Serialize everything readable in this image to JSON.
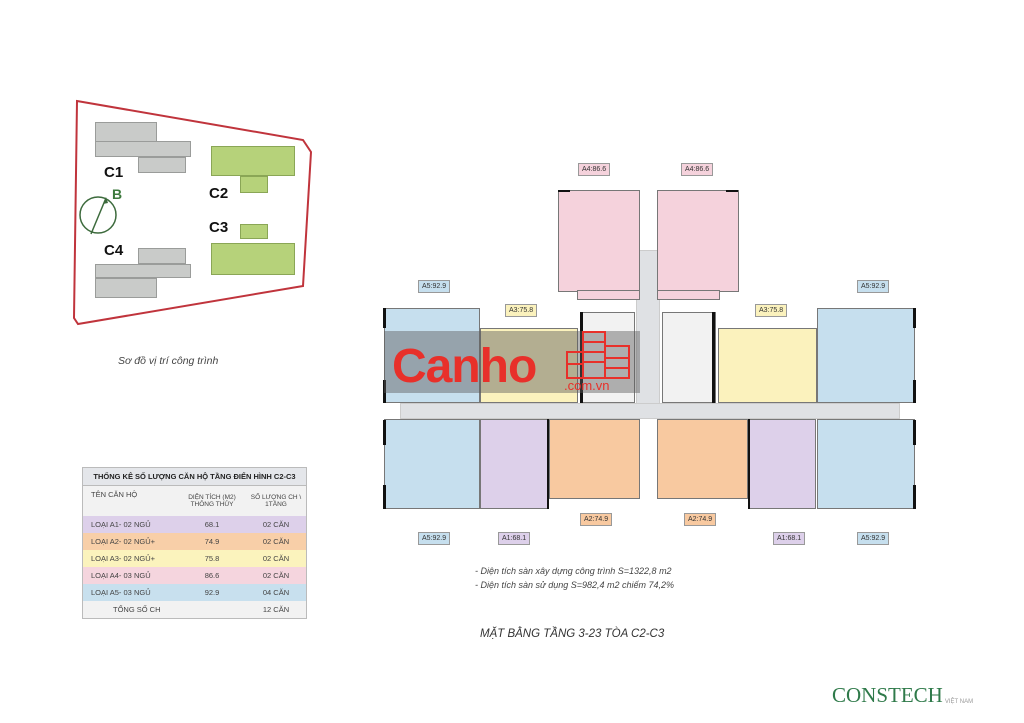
{
  "site_plan": {
    "buildings": [
      "C1",
      "C2",
      "C3",
      "C4"
    ],
    "compass_label": "B",
    "caption": "Sơ đồ vị trí công trình",
    "colors": {
      "boundary": "#c0343c",
      "existing": "#c9cbc9",
      "highlight": "#b6d27a"
    }
  },
  "stats_table": {
    "title": "THỐNG KÊ SỐ LƯỢNG CĂN HỘ TẦNG ĐIỂN HÌNH C2-C3",
    "headers": [
      "TÊN CĂN HỘ",
      "DIỆN TÍCH (M2) THÔNG THỦY",
      "SỐ LƯỢNG CH \\ 1TẦNG"
    ],
    "rows": [
      {
        "name": "LOẠI A1- 02 NGỦ",
        "area": "68.1",
        "count": "02 CĂN",
        "color": "#ddd0ea"
      },
      {
        "name": "LOẠI A2- 02 NGỦ+",
        "area": "74.9",
        "count": "02 CĂN",
        "color": "#f8cfa8"
      },
      {
        "name": "LOẠI A3- 02 NGỦ+",
        "area": "75.8",
        "count": "02 CĂN",
        "color": "#fbf3bd"
      },
      {
        "name": "LOẠI A4- 03 NGỦ",
        "area": "86.6",
        "count": "02 CĂN",
        "color": "#f5d5de"
      },
      {
        "name": "LOẠI A5- 03 NGỦ",
        "area": "92.9",
        "count": "04 CĂN",
        "color": "#c8e0ee"
      }
    ],
    "total_label": "TỔNG SỐ CH",
    "total_count": "12 CĂN"
  },
  "floor_plan": {
    "unit_labels": {
      "a4_left": "A4:86.6",
      "a4_right": "A4:86.6",
      "a5_top_left": "A5:92.9",
      "a5_top_right": "A5:92.9",
      "a3_left": "A3:75.8",
      "a3_right": "A3:75.8",
      "a5_bottom_left": "A5:92.9",
      "a1_left": "A1:68.1",
      "a2_left": "A2:74.9",
      "a2_right": "A2:74.9",
      "a1_right": "A1:68.1",
      "a5_bottom_right": "A5:92.9"
    },
    "notes": [
      "- Diện tích sàn xây dựng công trình S=1322,8 m2",
      "- Diện tích sàn sử dụng S=982,4 m2 chiếm 74,2%"
    ],
    "title": "MẶT BẰNG TẦNG 3-23 TÒA C2-C3"
  },
  "watermark": {
    "brand": "Canho",
    "domain": ".com.vn",
    "color": "#e8302a"
  },
  "logo": {
    "name": "CONSTECH",
    "sub": "VIỆT NAM",
    "color": "#2f7a4a"
  }
}
